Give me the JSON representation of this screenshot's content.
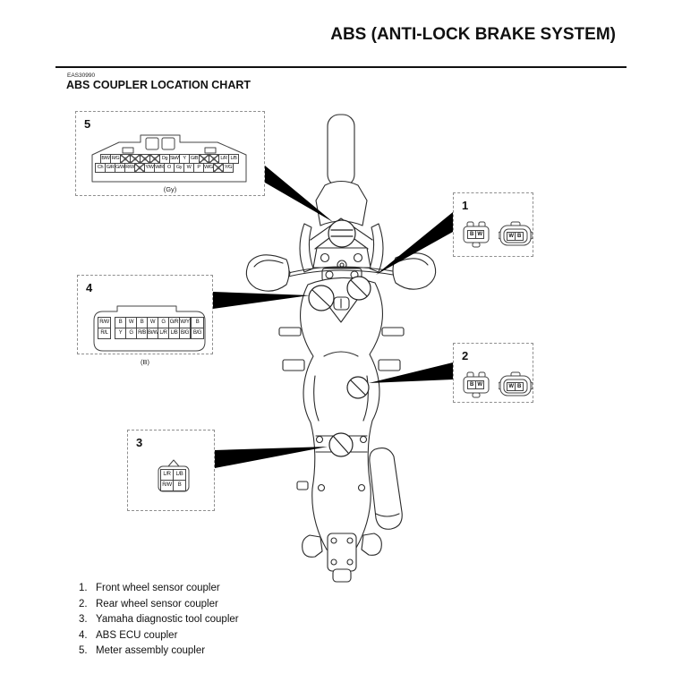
{
  "header": {
    "title": "ABS (ANTI-LOCK BRAKE SYSTEM)",
    "code": "EAS30990",
    "section_title": "ABS COUPLER LOCATION CHART"
  },
  "couplers": {
    "meter": {
      "number": "5",
      "housing_label": "(Gy)",
      "rows": [
        [
          "B/W",
          "R/G",
          "✕",
          "✕",
          "✕",
          "✕",
          "Dg",
          "Sb/W",
          "Y",
          "G/B",
          "✕",
          "✕",
          "L/R",
          "L/B"
        ],
        [
          "Ch",
          "G/R",
          "G/W",
          "R/W",
          "✕",
          "Y/W",
          "W/R",
          "O",
          "Gy",
          "W",
          "P",
          "W/G",
          "✕",
          "Y/G"
        ]
      ]
    },
    "abs_ecu": {
      "number": "4",
      "housing_label": "(B)",
      "left_column": [
        "R/W",
        "R/L"
      ],
      "center_rows": [
        [
          "B",
          "W",
          "B",
          "W",
          "G",
          "G/R",
          "W/Y"
        ],
        [
          "Y",
          "G",
          "R/B",
          "Br/W",
          "L/R",
          "L/B",
          "B/G"
        ]
      ],
      "right_column": [
        "B",
        "B/G"
      ]
    },
    "diagnostic": {
      "number": "3",
      "rows": [
        [
          "L/R",
          "L/B"
        ],
        [
          "R/W",
          "B"
        ]
      ]
    },
    "front_sensor": {
      "number": "1",
      "left_connector_pins": [
        "B",
        "W"
      ],
      "right_connector_pins": [
        "W",
        "B"
      ]
    },
    "rear_sensor": {
      "number": "2",
      "left_connector_pins": [
        "B",
        "W"
      ],
      "right_connector_pins": [
        "W",
        "B"
      ]
    }
  },
  "legend": {
    "items": [
      {
        "num": "1.",
        "label": "Front wheel sensor coupler"
      },
      {
        "num": "2.",
        "label": "Rear wheel sensor coupler"
      },
      {
        "num": "3.",
        "label": "Yamaha diagnostic tool coupler"
      },
      {
        "num": "4.",
        "label": "ABS ECU coupler"
      },
      {
        "num": "5.",
        "label": "Meter assembly coupler"
      }
    ]
  },
  "colors": {
    "line": "#2b2b2b",
    "wedge": "#000000",
    "dash_border": "#8f8f8f",
    "text": "#111111"
  }
}
